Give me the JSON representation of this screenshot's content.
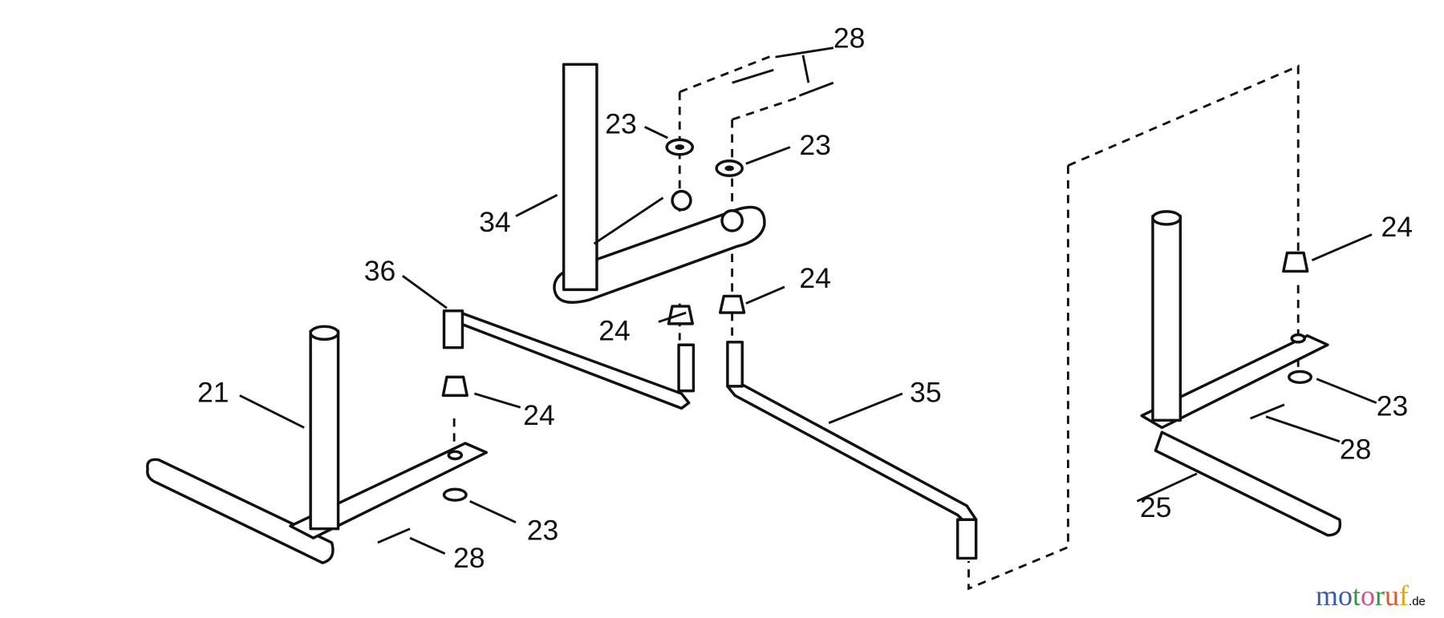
{
  "diagram": {
    "labels": {
      "l28_top": "28",
      "l23_a": "23",
      "l23_b": "23",
      "l34": "34",
      "l36": "36",
      "l24_a": "24",
      "l24_b": "24",
      "l24_c": "24",
      "l21": "21",
      "l24_d": "24",
      "l35": "35",
      "l23_c": "23",
      "l28_right": "28",
      "l25": "25",
      "l23_d": "23",
      "l28_left": "28"
    }
  },
  "watermark": {
    "letters": [
      "m",
      "o",
      "t",
      "o",
      "r",
      "u",
      "f"
    ],
    "colors": [
      "#3b5ba8",
      "#3b5ba8",
      "#2e9a3e",
      "#d64f8a",
      "#2e9a3e",
      "#e0572a",
      "#e6a419",
      "#e6c019"
    ],
    "suffix": ".de"
  }
}
